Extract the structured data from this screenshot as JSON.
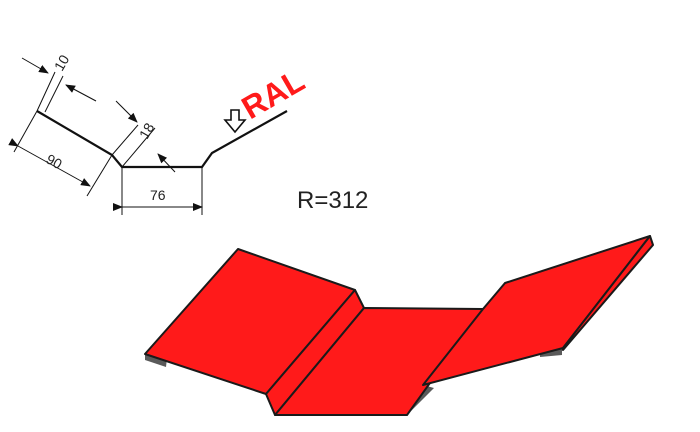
{
  "drawing": {
    "dimensions": {
      "flange": "10",
      "slope": "90",
      "step": "18",
      "bottom": "76"
    },
    "coating_label": "RAL",
    "radius_label": "R=312"
  },
  "colors": {
    "metal": "#ff1a1a",
    "edge": "#1a1a1a",
    "shadow": "#5a5a5a",
    "label": "#ff1a1a"
  }
}
